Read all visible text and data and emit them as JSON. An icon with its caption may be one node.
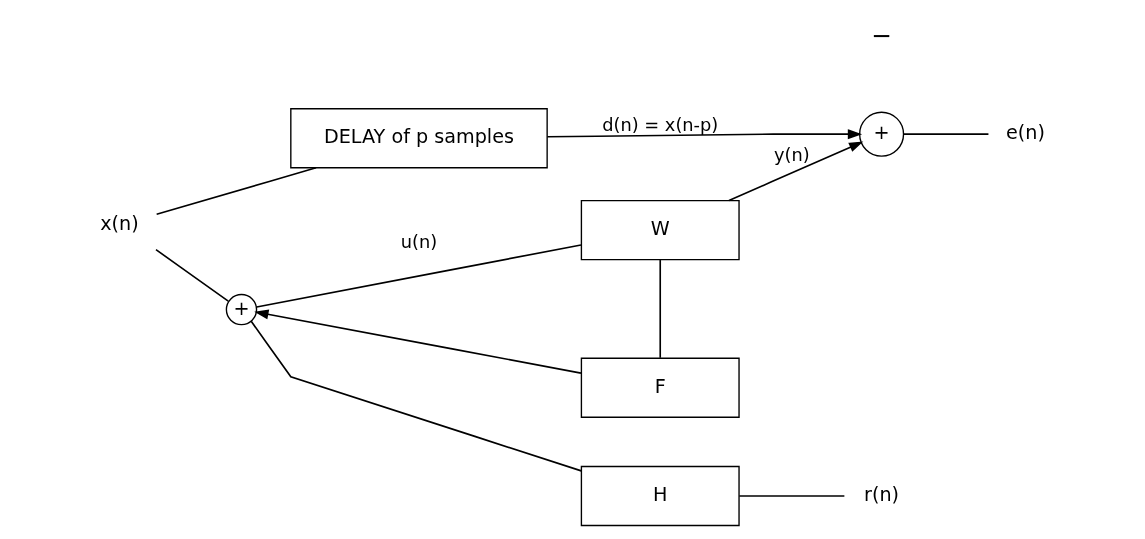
{
  "diagram": {
    "nodes": [
      {
        "text": [
          "x(n)"
        ]
      },
      {
        "text": [
          "DELAY of p samples"
        ]
      },
      {
        "text": [
          "+"
        ]
      },
      {
        "text": [
          "F"
        ]
      },
      {
        "text": [
          "W"
        ]
      },
      {
        "text": [
          "H"
        ]
      },
      {
        "text": [
          "+"
        ]
      },
      {
        "text": [
          "e(n)"
        ]
      },
      {
        "text": [
          "r(n)"
        ]
      }
    ],
    "edges": [
      {
        "from": 0,
        "to": 1,
        "arrow": "none"
      },
      {
        "from": 0,
        "to": 2,
        "arrow": "none"
      },
      {
        "from": 1,
        "to": 6,
        "arrow": "to",
        "label": "d(n) = x(n-p)"
      },
      {
        "from": 3,
        "to": 2,
        "arrow": "to"
      },
      {
        "from": 2,
        "to": 4,
        "arrow": "none",
        "label": "u(n)"
      },
      {
        "from": 2,
        "to": 5,
        "arrow": "none"
      },
      {
        "from": 4,
        "to": 3,
        "arrow": "none"
      },
      {
        "from": 4,
        "to": 6,
        "arrow": "to",
        "label": "y(n)"
      },
      {
        "from": 6,
        "to": 7,
        "arrow": "none"
      },
      {
        "from": 5,
        "to": 8,
        "arrow": "none"
      }
    ],
    "labels": [
      "−"
    ]
  }
}
